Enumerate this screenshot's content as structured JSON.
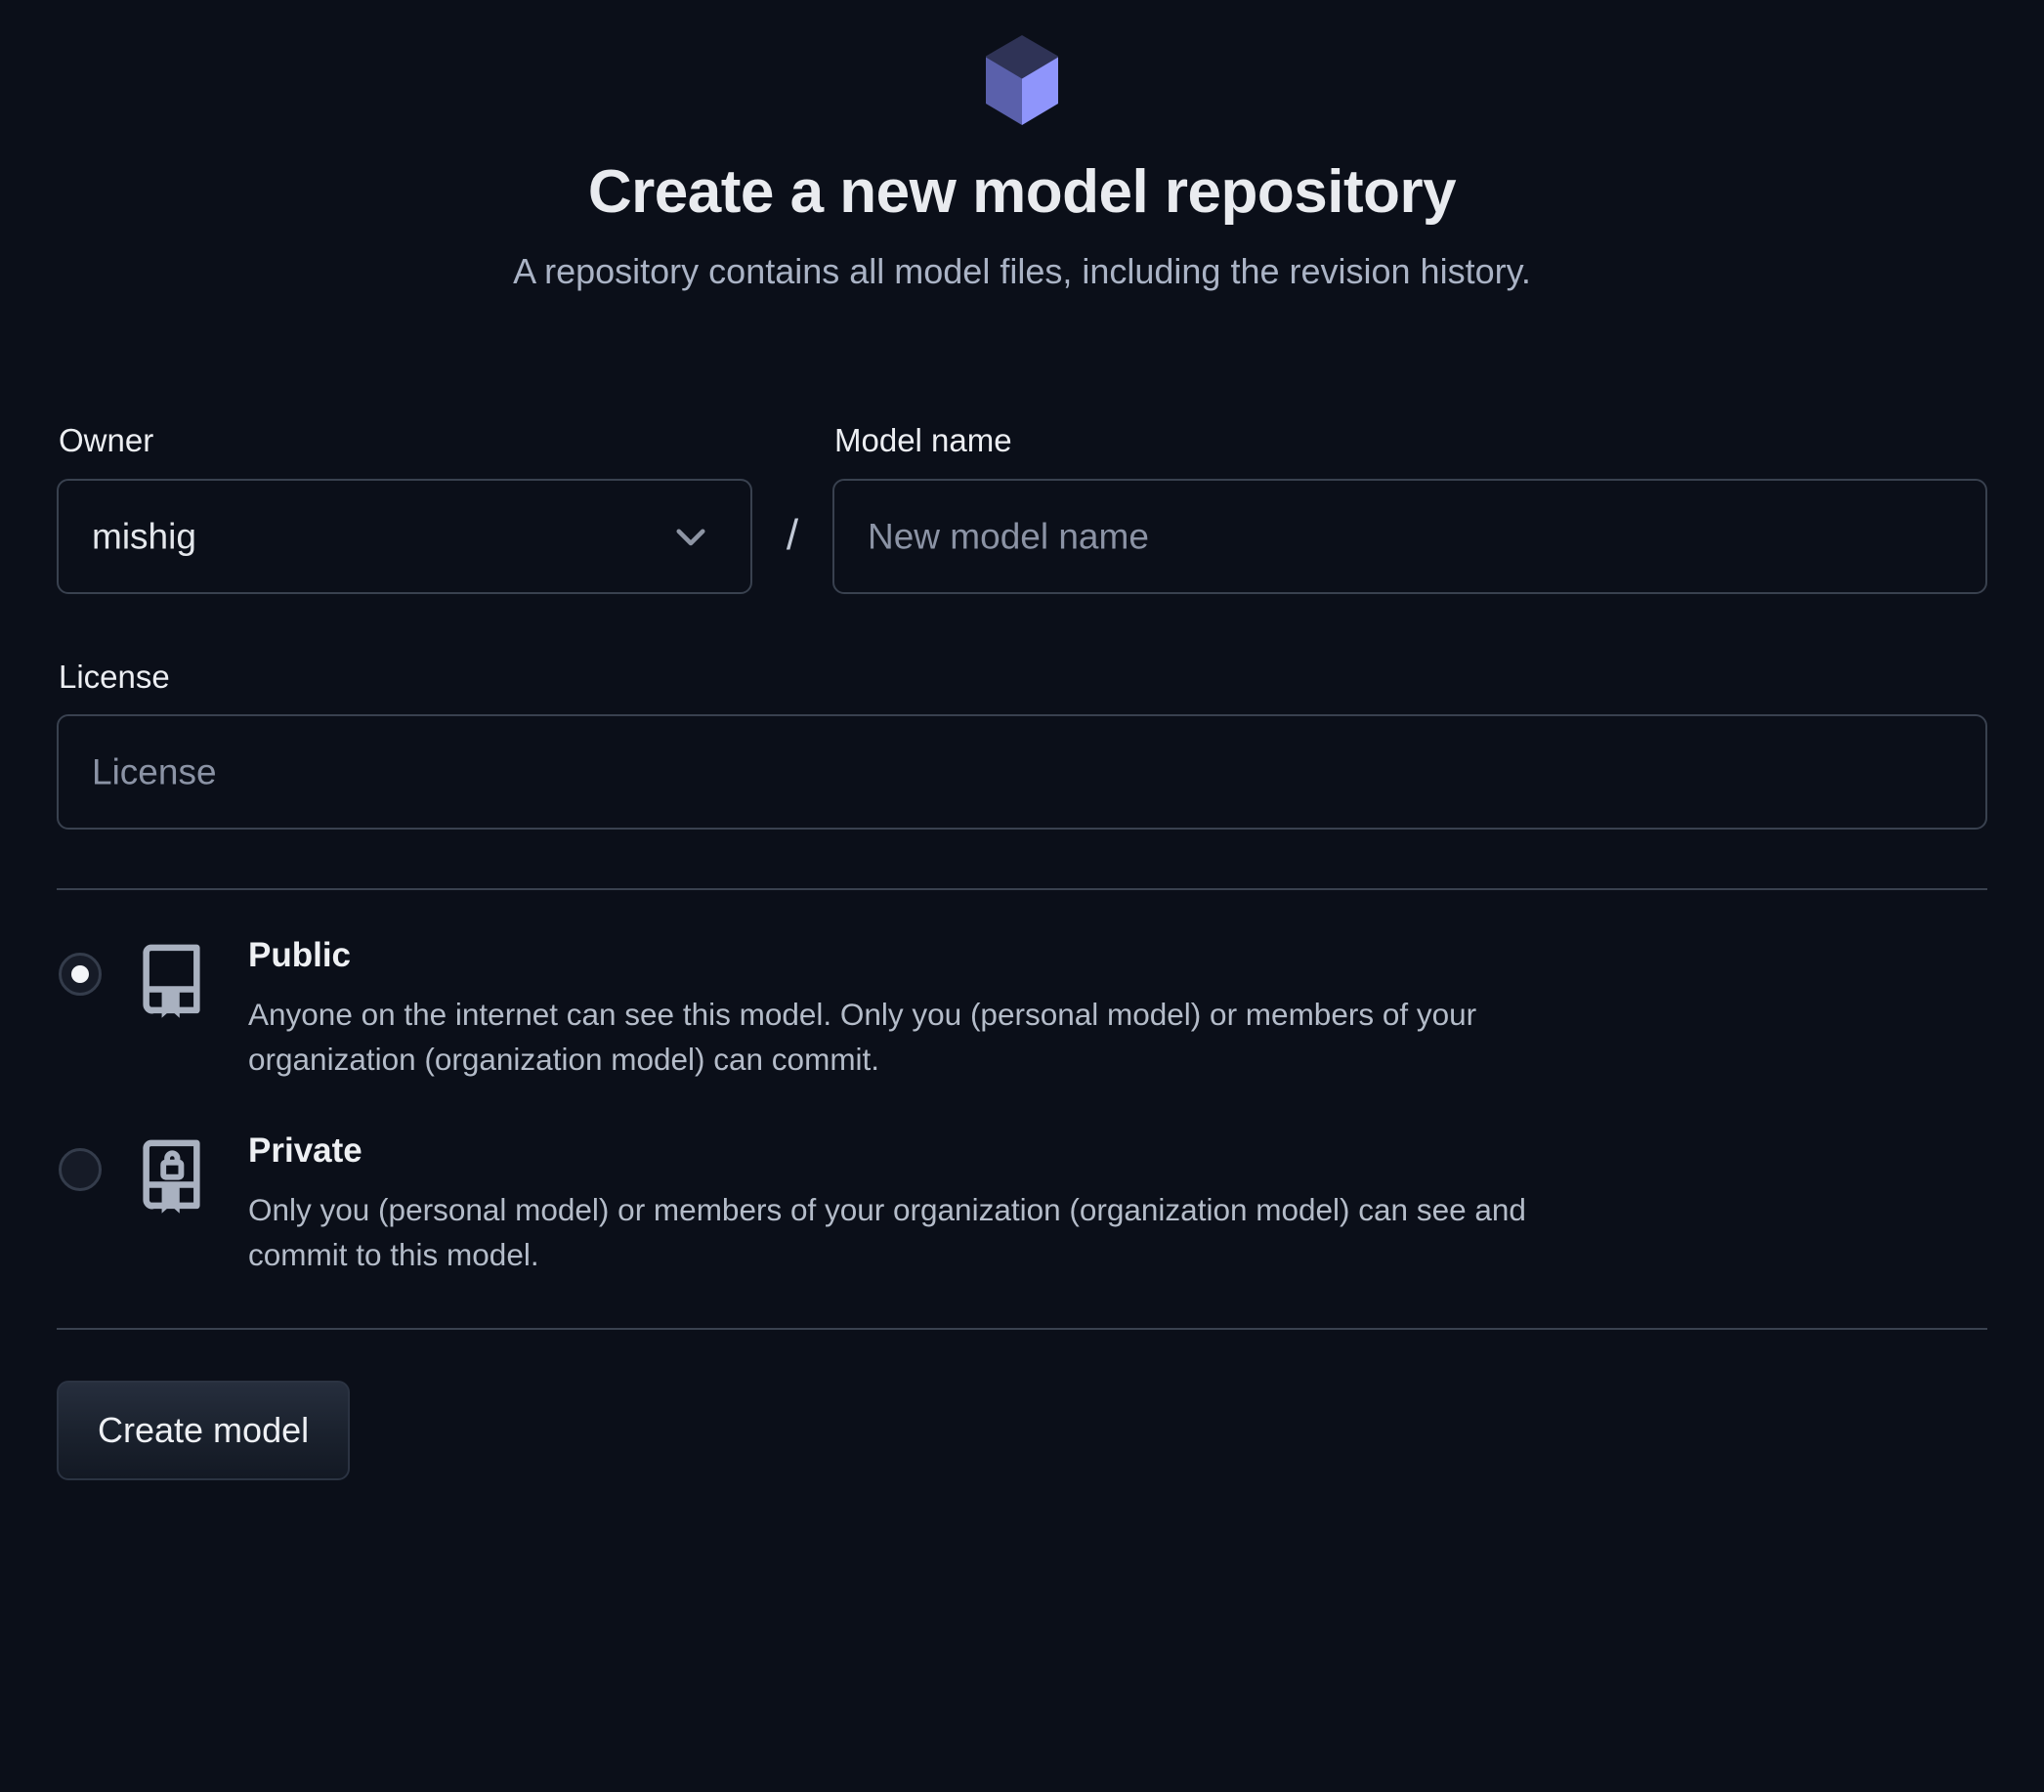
{
  "header": {
    "logo_icon": "cube-icon",
    "logo_colors": {
      "top": "#2f3356",
      "left": "#5a60ab",
      "right": "#8f95fb"
    },
    "title": "Create a new model repository",
    "subtitle": "A repository contains all model files, including the revision history."
  },
  "form": {
    "owner": {
      "label": "Owner",
      "value": "mishig",
      "chevron_icon": "chevron-down-icon"
    },
    "separator": "/",
    "model_name": {
      "label": "Model name",
      "value": "",
      "placeholder": "New model name"
    },
    "license": {
      "label": "License",
      "value": "",
      "placeholder": "License"
    }
  },
  "visibility": {
    "options": [
      {
        "id": "public",
        "title": "Public",
        "description": "Anyone on the internet can see this model. Only you (personal model) or members of your organization (organization model) can commit.",
        "icon": "book-icon",
        "selected": true
      },
      {
        "id": "private",
        "title": "Private",
        "description": "Only you (personal model) or members of your organization (organization model) can see and commit to this model.",
        "icon": "book-lock-icon",
        "selected": false
      }
    ]
  },
  "actions": {
    "submit_label": "Create model"
  },
  "theme": {
    "background": "#0b0f19",
    "border": "#39414f",
    "text": "#e8eaed",
    "muted": "#aab3c5",
    "placeholder": "#8b93a5"
  }
}
